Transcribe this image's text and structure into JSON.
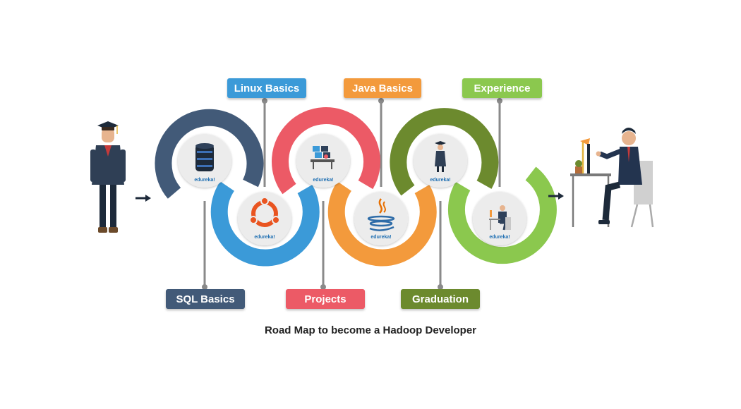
{
  "title": "Road Map to become a Hadoop Developer",
  "brand": "edureka!",
  "steps": [
    {
      "id": "sql",
      "label": "SQL Basics",
      "color": "#425a78",
      "icon": "database-icon"
    },
    {
      "id": "linux",
      "label": "Linux Basics",
      "color": "#3b9ad8",
      "icon": "linux-icon"
    },
    {
      "id": "projects",
      "label": "Projects",
      "color": "#ec5a66",
      "icon": "projects-icon"
    },
    {
      "id": "java",
      "label": "Java Basics",
      "color": "#f39a3c",
      "icon": "java-icon"
    },
    {
      "id": "graduation",
      "label": "Graduation",
      "color": "#6c8a2e",
      "icon": "graduate-icon"
    },
    {
      "id": "experience",
      "label": "Experience",
      "color": "#8bc84e",
      "icon": "professional-icon"
    }
  ],
  "figures": {
    "start": "graduate-student-icon",
    "end": "developer-at-desk-icon"
  }
}
